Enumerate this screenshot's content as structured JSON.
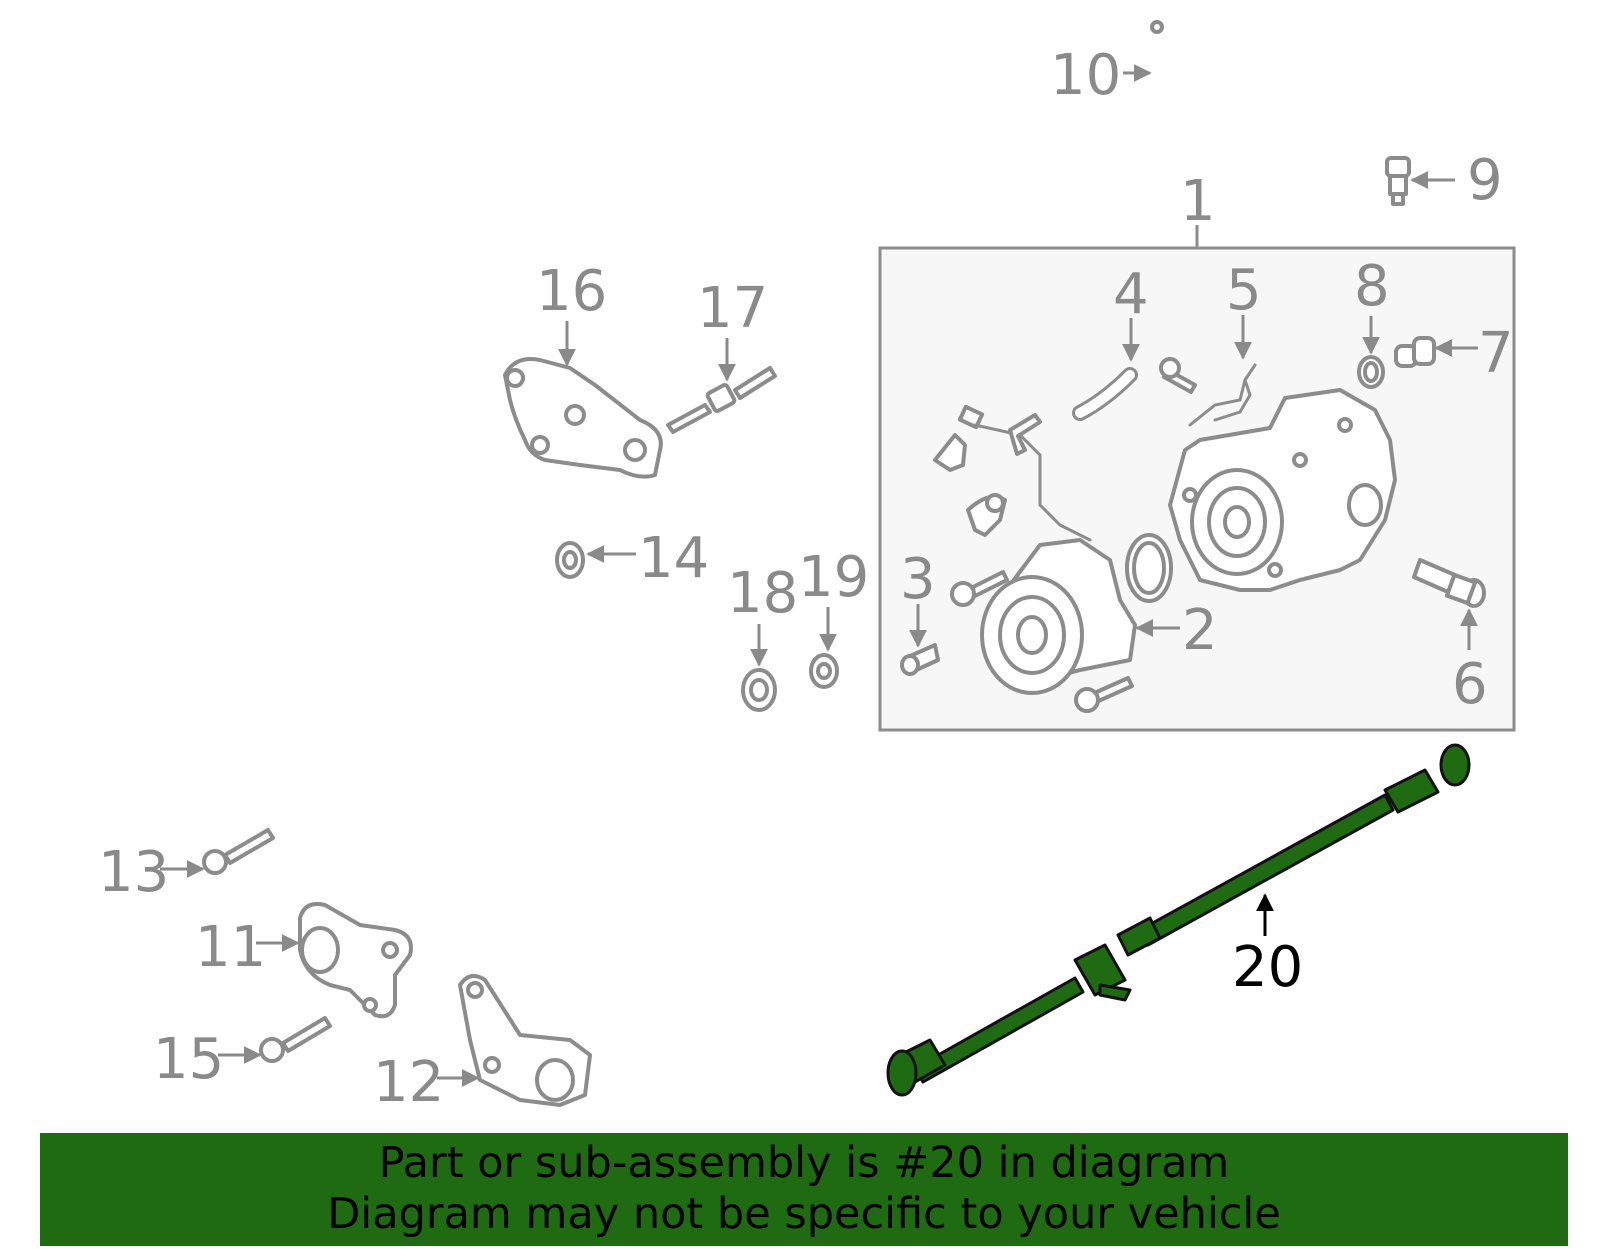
{
  "diagram": {
    "highlighted_part": "20",
    "labels": {
      "p1": "1",
      "p2": "2",
      "p3": "3",
      "p4": "4",
      "p5": "5",
      "p6": "6",
      "p7": "7",
      "p8": "8",
      "p9": "9",
      "p10": "10",
      "p11": "11",
      "p12": "12",
      "p13": "13",
      "p14": "14",
      "p15": "15",
      "p16": "16",
      "p17": "17",
      "p18": "18",
      "p19": "19",
      "p20": "20"
    },
    "colors": {
      "highlight": "#1f6b12",
      "parts": "#8c8c8c",
      "group_box_fill": "#f7f7f7"
    }
  },
  "banner": {
    "line1": "Part or sub-assembly is #20 in diagram",
    "line2": "Diagram may not be specific to your vehicle"
  }
}
